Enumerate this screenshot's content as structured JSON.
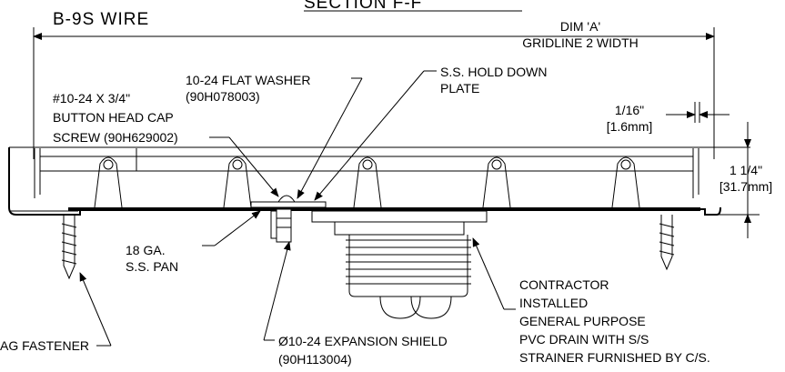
{
  "title": {
    "section": "SECTION F-F",
    "wire": "B-9S WIRE"
  },
  "dims": {
    "dim_a_line1": "DIM 'A'",
    "dim_a_line2": "GRIDLINE 2 WIDTH",
    "gap_line1": "1/16\"",
    "gap_line2": "[1.6mm]",
    "height_line1": "1 1/4\"",
    "height_line2": "[31.7mm]"
  },
  "callouts": {
    "washer_line1": "10-24 FLAT WASHER",
    "washer_line2": "(90H078003)",
    "plate_line1": "S.S. HOLD DOWN",
    "plate_line2": "PLATE",
    "screw_line1": "#10-24 X 3/4\"",
    "screw_line2": "BUTTON HEAD CAP",
    "screw_line3": "SCREW (90H629002)",
    "pan_line1": "18 GA.",
    "pan_line2": "S.S. PAN",
    "fastener": "AG FASTENER",
    "shield_line1": "Ø10-24 EXPANSION SHIELD",
    "shield_line2": "(90H113004)",
    "drain_line1": "CONTRACTOR",
    "drain_line2": "INSTALLED",
    "drain_line3": "GENERAL PURPOSE",
    "drain_line4": "PVC DRAIN WITH S/S",
    "drain_line5": "STRAINER FURNISHED BY C/S."
  }
}
